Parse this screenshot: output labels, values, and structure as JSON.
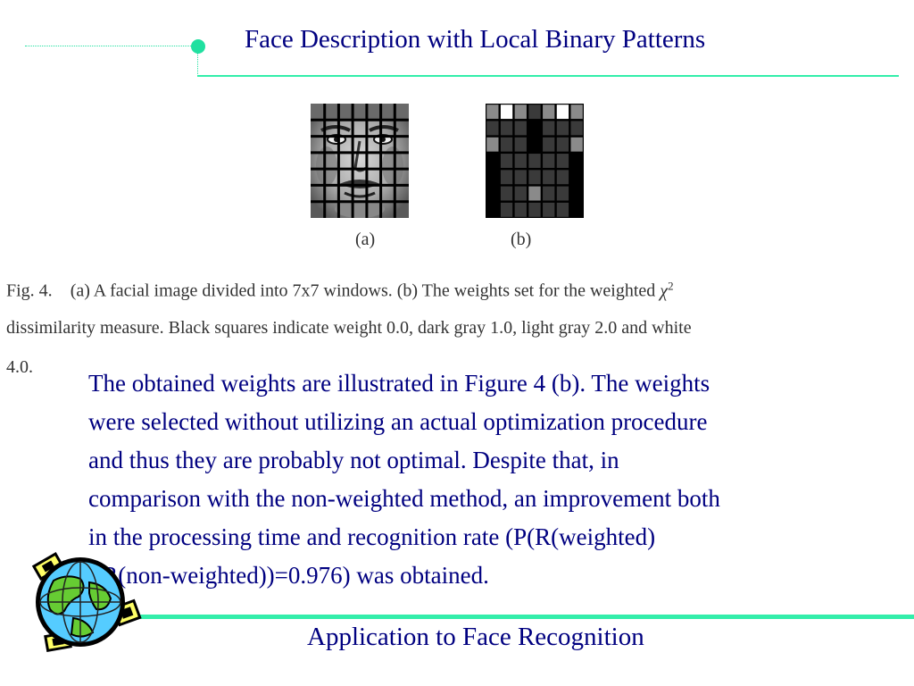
{
  "header": {
    "title": "Face Description with Local Binary Patterns"
  },
  "figure": {
    "label_a": "(a)",
    "label_b": "(b)",
    "weights_grid": [
      [
        2,
        4,
        2,
        1,
        2,
        4,
        2
      ],
      [
        1,
        1,
        1,
        0,
        1,
        1,
        1
      ],
      [
        2,
        1,
        1,
        0,
        1,
        1,
        2
      ],
      [
        0,
        1,
        1,
        1,
        1,
        1,
        0
      ],
      [
        0,
        1,
        1,
        1,
        1,
        1,
        0
      ],
      [
        0,
        1,
        1,
        2,
        1,
        1,
        0
      ],
      [
        0,
        1,
        1,
        1,
        1,
        1,
        0
      ]
    ],
    "weight_colors": {
      "0": "#000000",
      "1": "#3a3a3a",
      "2": "#8a8a8a",
      "4": "#ffffff"
    },
    "caption": {
      "line1_prefix": "Fig. 4.",
      "line1_text": "(a) A facial image divided into 7x7 windows. (b) The weights set for the weighted",
      "chi_symbol": "χ",
      "chi_exponent": "2",
      "line2": "dissimilarity measure. Black squares indicate weight 0.0, dark gray 1.0, light gray 2.0 and white",
      "line3": "4.0."
    }
  },
  "body": {
    "lines": [
      "The obtained weights are illustrated in Figure 4 (b). The weights",
      "were selected without utilizing an actual optimization procedure",
      "and thus they are probably not optimal. Despite that, in",
      "comparison with the non-weighted method, an improvement both",
      "in the processing time and recognition rate (P(R(weighted)",
      ">R(non-weighted))=0.976) was obtained."
    ]
  },
  "footer": {
    "text": "Application to Face Recognition"
  },
  "colors": {
    "title": "#000080",
    "accent": "#33eeaa",
    "caption": "#333333"
  }
}
